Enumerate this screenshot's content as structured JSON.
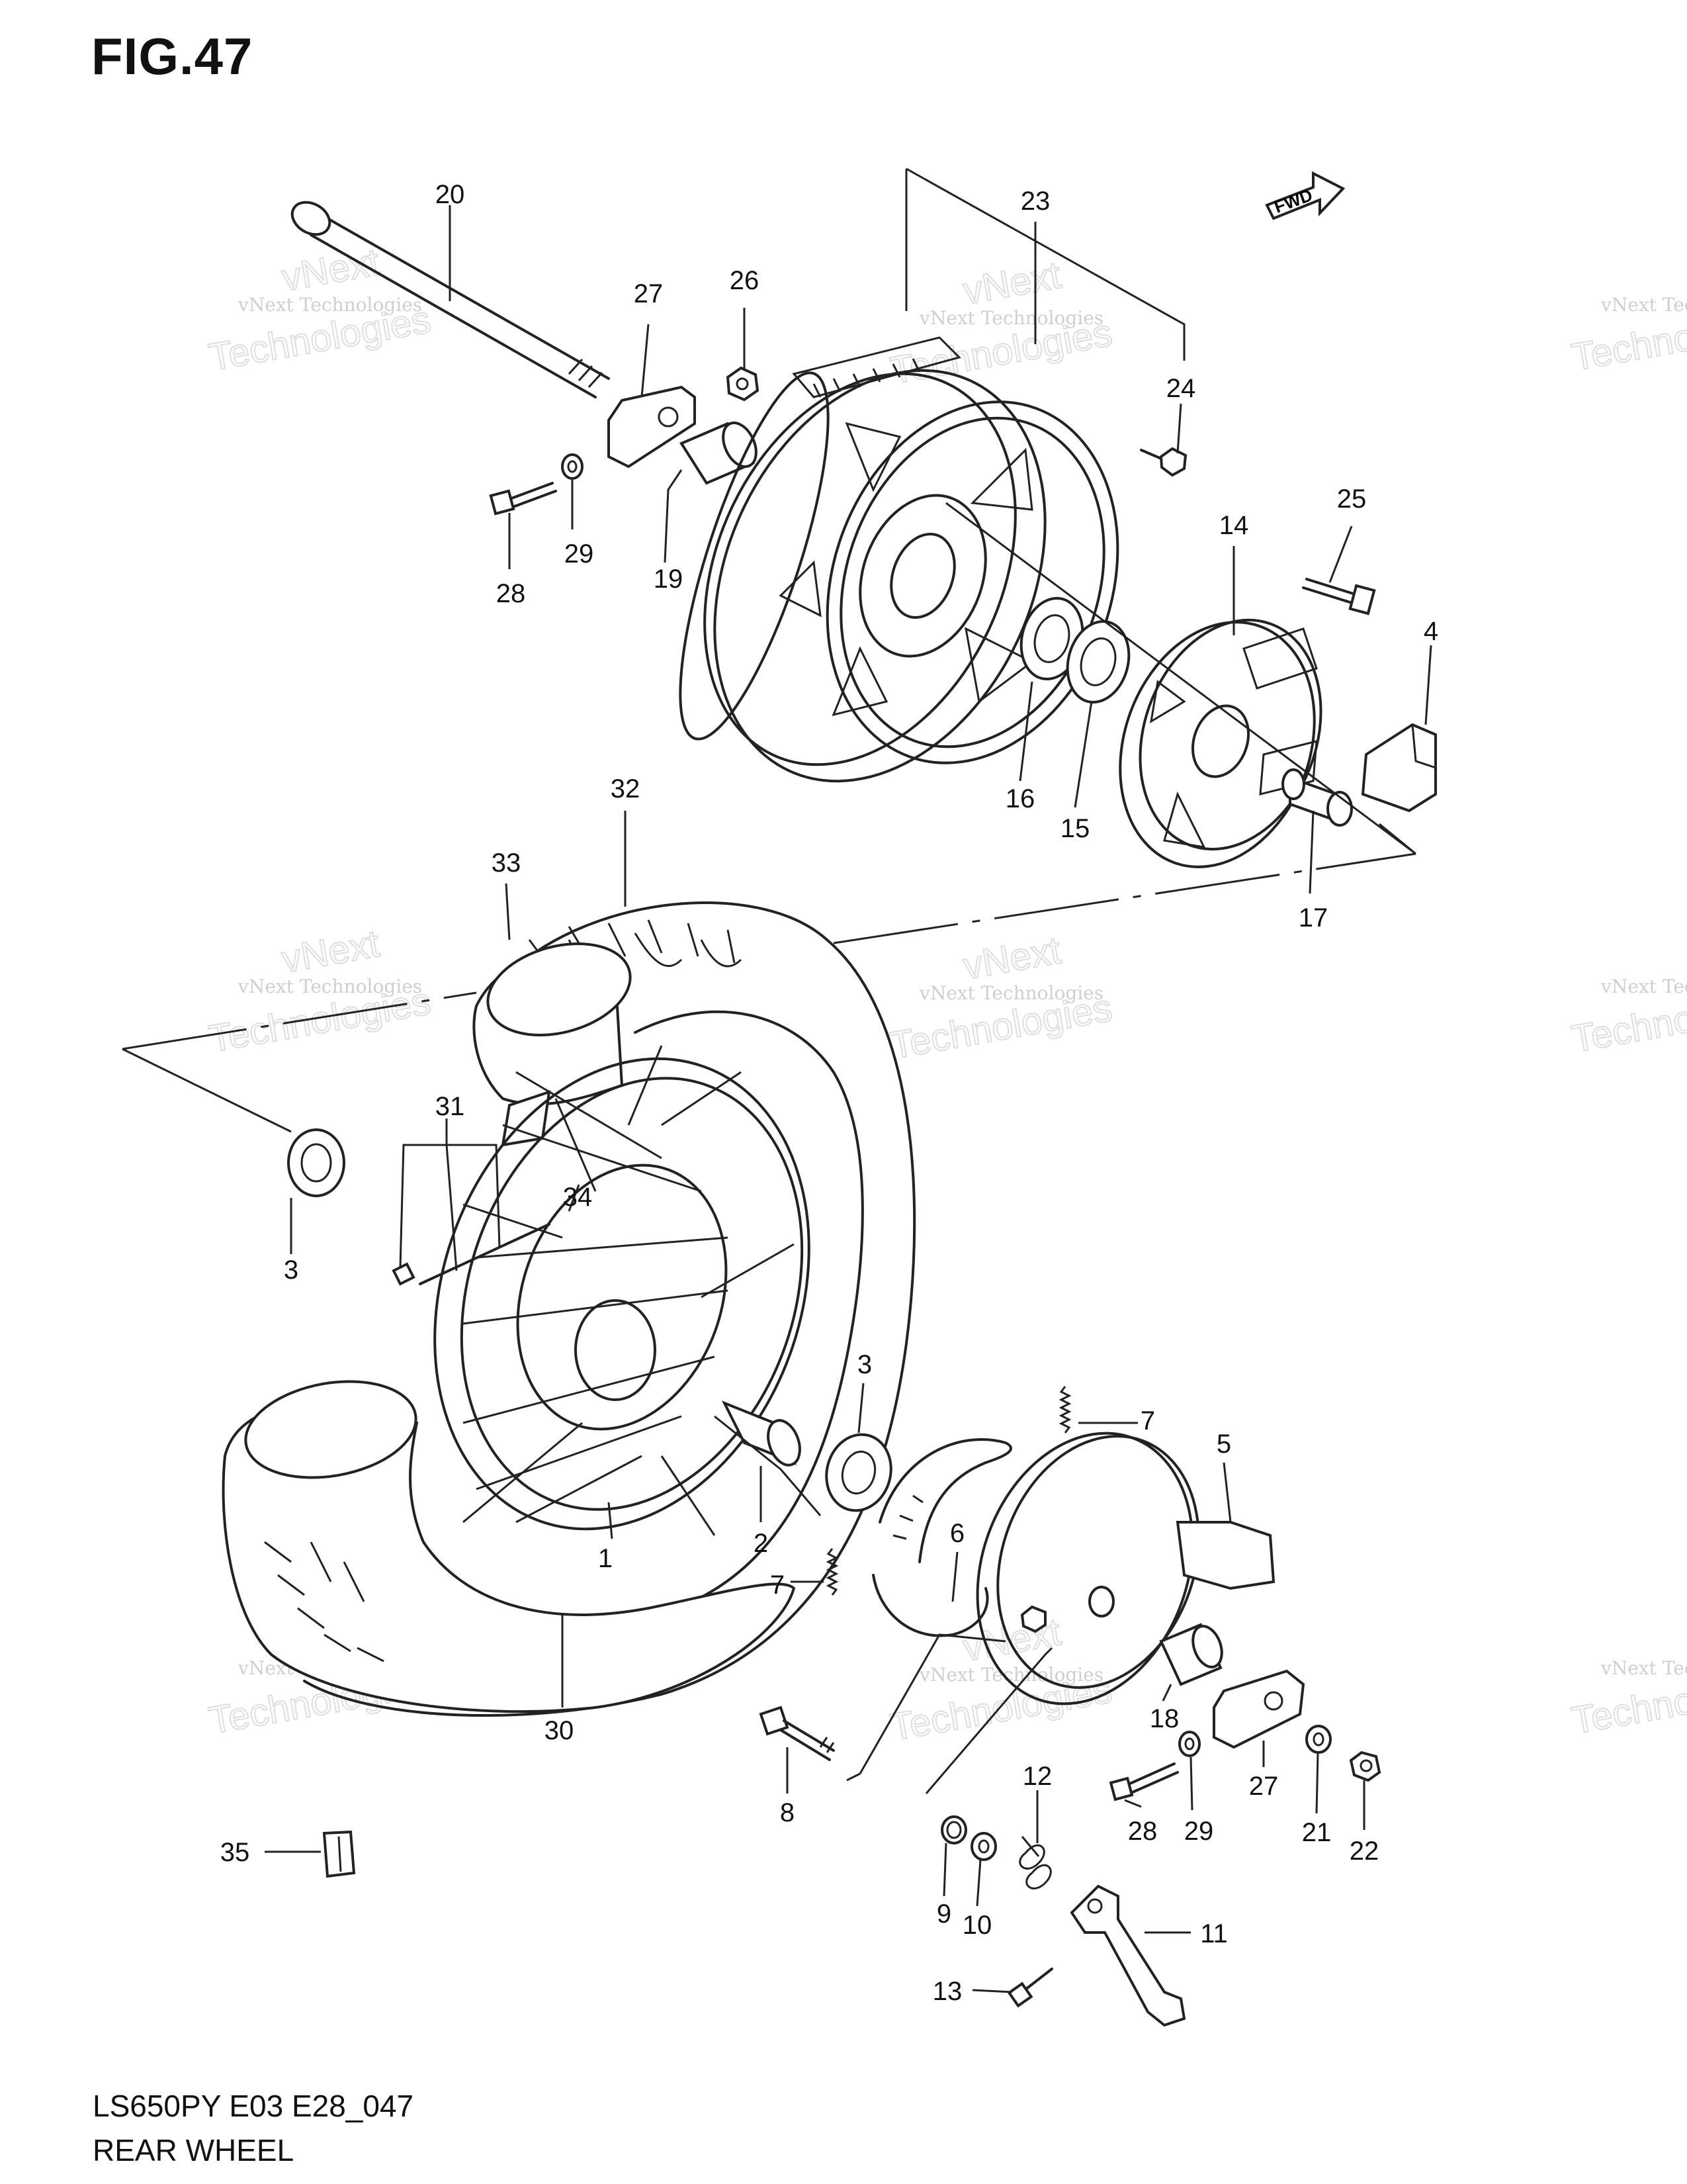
{
  "figure_title": "FIG.47",
  "footer": {
    "code": "LS650PY E03 E28_047",
    "title": "REAR WHEEL"
  },
  "fwd_label": "FWD",
  "watermark": {
    "line1": "vNext Technologies",
    "line2": "vNext",
    "line3": "Technologies"
  },
  "callouts": [
    "20",
    "27",
    "26",
    "23",
    "24",
    "28",
    "29",
    "19",
    "25",
    "14",
    "4",
    "16",
    "15",
    "17",
    "32",
    "33",
    "31",
    "34",
    "3",
    "3",
    "7",
    "5",
    "6",
    "1",
    "2",
    "7",
    "30",
    "18",
    "27",
    "29",
    "28",
    "21",
    "22",
    "8",
    "12",
    "9",
    "10",
    "11",
    "13",
    "35"
  ]
}
